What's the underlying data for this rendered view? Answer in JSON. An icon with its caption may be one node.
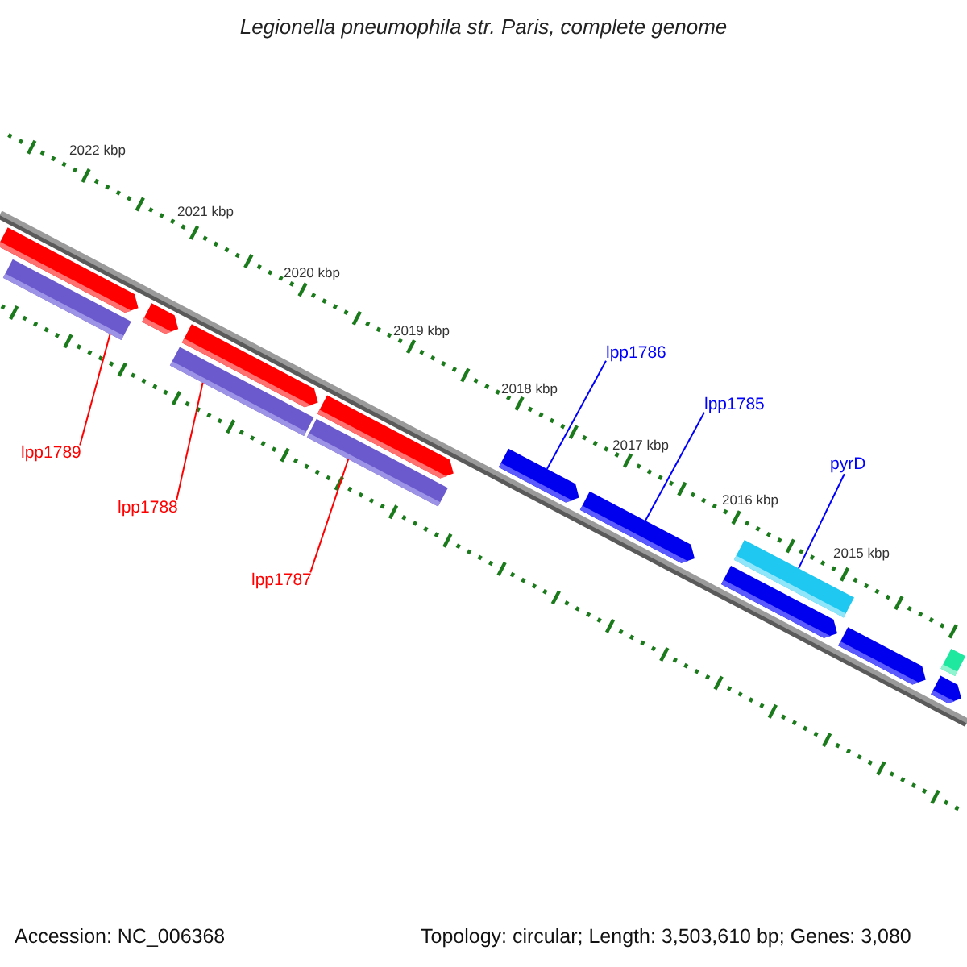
{
  "diagram": {
    "title": "Legionella pneumophila str. Paris, complete genome",
    "nodes": [
      {
        "text": [],
        "shape": "pentagon"
      },
      {
        "text": [],
        "shape": "bar"
      },
      {
        "text": [],
        "shape": "pentagon"
      },
      {
        "text": [],
        "shape": "pentagon"
      },
      {
        "text": [],
        "shape": "bar"
      },
      {
        "text": [],
        "shape": "pentagon"
      },
      {
        "text": [],
        "shape": "bar"
      },
      {
        "text": [],
        "shape": "pentagon"
      },
      {
        "text": [],
        "shape": "pentagon"
      },
      {
        "text": [],
        "shape": "bar"
      },
      {
        "text": [],
        "shape": "pentagon"
      },
      {
        "text": [],
        "shape": "pentagon"
      },
      {
        "text": [],
        "shape": "bar"
      },
      {
        "text": [],
        "shape": "pentagon"
      },
      {
        "text": [
          "lpp1789"
        ]
      },
      {
        "text": [
          "lpp1788"
        ]
      },
      {
        "text": [
          "lpp1787"
        ]
      },
      {
        "text": [
          "lpp1786"
        ]
      },
      {
        "text": [
          "lpp1785"
        ]
      },
      {
        "text": [
          "pyrD"
        ]
      }
    ],
    "edges": [
      {
        "from": 14,
        "to": 1,
        "arrow": "none",
        "color": "#ff0000"
      },
      {
        "from": 15,
        "to": 4,
        "arrow": "none",
        "color": "#ff0000"
      },
      {
        "from": 16,
        "to": 6,
        "arrow": "none",
        "color": "#ff0000"
      },
      {
        "from": 17,
        "to": 7,
        "arrow": "none",
        "color": "#0000ff"
      },
      {
        "from": 18,
        "to": 8,
        "arrow": "none",
        "color": "#0000ff"
      },
      {
        "from": 19,
        "to": 9,
        "arrow": "none",
        "color": "#0000ff"
      }
    ],
    "labels": [
      "2022 kbp",
      "2021 kbp",
      "2020 kbp",
      "2019 kbp",
      "2018 kbp",
      "2017 kbp",
      "2016 kbp",
      "2015 kbp",
      "Accession: NC_006368",
      "Topology: circular; Length: 3,503,610 bp; Genes: 3,080"
    ]
  }
}
